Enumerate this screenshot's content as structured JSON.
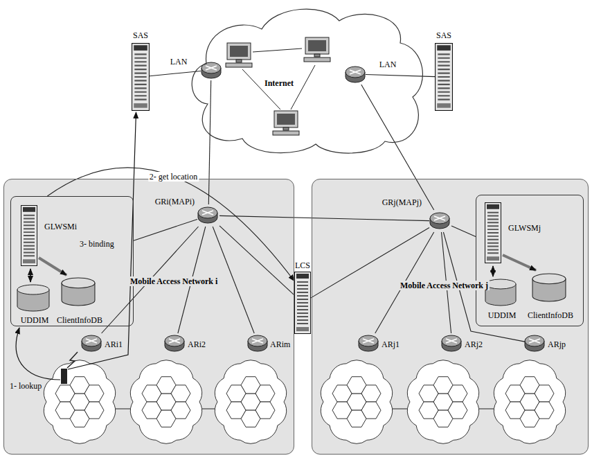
{
  "diagram": {
    "nodes": [
      {
        "text": [
          "Internet"
        ]
      },
      {
        "text": [
          "SAS"
        ]
      },
      {
        "text": [
          "LAN"
        ]
      },
      {
        "text": [
          "LAN"
        ]
      },
      {
        "text": [
          "SAS"
        ]
      },
      {
        "text": [
          "Mobile Access Network i"
        ]
      },
      {
        "text": [
          "GLWSMi"
        ],
        "in": 5
      },
      {
        "text": [
          "UDDIM"
        ],
        "in": 6
      },
      {
        "text": [
          "ClientInfoDB"
        ],
        "in": 6
      },
      {
        "text": [
          "GRi(MAPi)"
        ],
        "in": 5
      },
      {
        "text": [
          "ARi1"
        ],
        "in": 5
      },
      {
        "text": [
          "ARi2"
        ],
        "in": 5
      },
      {
        "text": [
          "ARim"
        ],
        "in": 5
      },
      {
        "text": [
          "LCS"
        ]
      },
      {
        "text": [
          "Mobile Access Network j"
        ]
      },
      {
        "text": [
          "GRj(MAPj)"
        ],
        "in": 14
      },
      {
        "text": [
          "GLWSMj"
        ],
        "in": 14
      },
      {
        "text": [
          "UDDIM"
        ],
        "in": 16
      },
      {
        "text": [
          "ClientInfoDB"
        ],
        "in": 16
      },
      {
        "text": [
          "ARj1"
        ],
        "in": 14
      },
      {
        "text": [
          "ARj2"
        ],
        "in": 14
      },
      {
        "text": [
          "ARjp"
        ],
        "in": 14
      }
    ],
    "edges": [
      {
        "from": 1,
        "to": 2,
        "arrow": "none"
      },
      {
        "from": 3,
        "to": 4,
        "arrow": "none"
      },
      {
        "from": 9,
        "to": 2,
        "arrow": "none"
      },
      {
        "from": 15,
        "to": 3,
        "arrow": "none"
      },
      {
        "from": 9,
        "to": 6,
        "arrow": "none"
      },
      {
        "from": 9,
        "to": 10,
        "arrow": "none"
      },
      {
        "from": 9,
        "to": 11,
        "arrow": "none"
      },
      {
        "from": 9,
        "to": 12,
        "arrow": "none"
      },
      {
        "from": 9,
        "to": 15,
        "arrow": "none"
      },
      {
        "from": 9,
        "to": 13,
        "arrow": "none"
      },
      {
        "from": 15,
        "to": 13,
        "arrow": "none"
      },
      {
        "from": 15,
        "to": 16,
        "arrow": "none"
      },
      {
        "from": 15,
        "to": 19,
        "arrow": "none"
      },
      {
        "from": 15,
        "to": 20,
        "arrow": "none"
      },
      {
        "from": 15,
        "to": 21,
        "arrow": "none"
      },
      {
        "from": 6,
        "to": 13,
        "label": "2- get location",
        "arrow": "to"
      }
    ],
    "labels": [
      "1- lookup",
      "3- binding"
    ]
  }
}
